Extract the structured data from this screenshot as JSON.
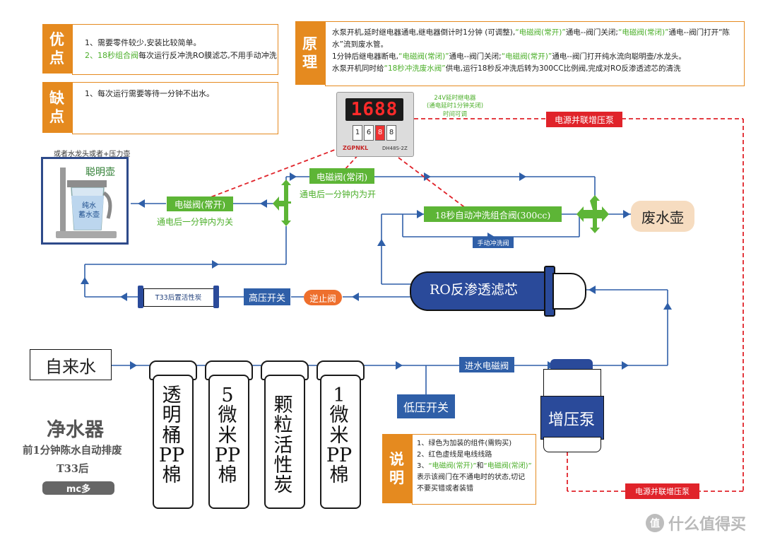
{
  "advantages": {
    "tag": "优点",
    "line1": "1、需要零件较少,安装比较简单。",
    "line2_hl": "2、18秒组合阀",
    "line2_rest": "每次运行反冲洗RO膜滤芯,不用手动冲洗"
  },
  "disadvantages": {
    "tag": "缺点",
    "line1": "1、每次运行需要等待一分钟不出水。"
  },
  "principle": {
    "tag": "原理",
    "p1_a": "水泵开机,延时继电器通电,继电器倒计时1分钟 (可调整),",
    "p1_b": "“电磁阀(常开)”",
    "p1_c": "通电--阀门关闭;",
    "p1_d": "“电磁阀(常闭)”",
    "p1_e": "通电--阀门打开“陈水”流到废水管。",
    "p2_a": "1分钟后继电器断电,",
    "p2_b": "“电磁阀(常闭)”",
    "p2_c": "通电--阀门关闭;",
    "p2_d": "“电磁阀(常开)”",
    "p2_e": "通电--阀门打开纯水流向聪明壶/水龙头。",
    "p3_a": "水泵开机同时给",
    "p3_b": "“18秒冲洗废水阀”",
    "p3_c": "供电,运行18秒反冲洗后转为300CC比例阀,完成对RO反渗透滤芯的清洗"
  },
  "relay": {
    "display": "1688",
    "brand": "ZGPNKL",
    "model": "DH48S-2Z",
    "digits": [
      "1",
      "6",
      "8",
      "8"
    ],
    "note1": "24V延时继电器",
    "note2": "(通电延时1分钟关闭)",
    "note3": "时间可调"
  },
  "labels": {
    "power_parallel_top": "电源并联增压泵",
    "power_parallel_bottom": "电源并联增压泵",
    "kettle_note": "或者水龙头或者+压力壶",
    "kettle_title": "聪明壶",
    "kettle_inner1": "纯水",
    "kettle_inner2": "蓄水壶",
    "valve_no": "电磁阀(常开)",
    "valve_no_note": "通电后一分钟内为关",
    "valve_nc": "电磁阀(常闭)",
    "valve_nc_note": "通电后一分钟内为开",
    "combo_valve": "18秒自动冲洗组合阀(300cc)",
    "manual_flush": "手动冲洗阀",
    "waste_kettle": "废水壶",
    "ro_filter": "RO反渗透滤芯",
    "t33": "T33后置活性炭",
    "high_switch": "高压开关",
    "check_valve": "逆止阀",
    "tap_water": "自来水",
    "inlet_valve": "进水电磁阀",
    "low_switch": "低压开关",
    "pump": "增压泵"
  },
  "filters": [
    {
      "text": "透明桶PP棉"
    },
    {
      "text": "5微米PP棉"
    },
    {
      "text": "颗粒活性炭"
    },
    {
      "text": "1微米PP棉"
    }
  ],
  "title_block": {
    "title": "净水器",
    "sub1": "前1分钟陈水自动排废",
    "sub2": "T33后",
    "badge": "mc多"
  },
  "notes": {
    "tag": "说明",
    "line1": "1、绿色为加装的组件(需购买)",
    "line2": "2、红色虚线是电线线路",
    "line3_a": "3、",
    "line3_b": "“电磁阀(常开)”",
    "line3_c": "和",
    "line3_d": "“电磁阀(常闭)”",
    "line4": "表示该阀门在不通电时的状态,切记",
    "line5": "不要买错或者装错"
  },
  "watermark": {
    "icon_text": "值",
    "text": "什么值得买"
  },
  "colors": {
    "pipe_blue": "#2f5fa8",
    "green": "#5db536",
    "orange": "#e58a1f",
    "red": "#e0232a",
    "waste_fill": "#f6dcc0"
  }
}
